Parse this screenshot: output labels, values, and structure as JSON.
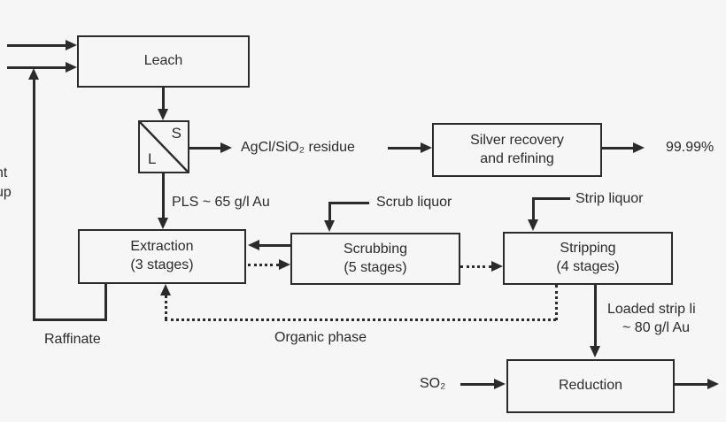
{
  "diagram": {
    "background": "#f6f6f6",
    "line_color": "#2b2b2b",
    "nodes": {
      "leach": {
        "label": "Leach"
      },
      "separator": {
        "top_label": "S",
        "bottom_label": "L"
      },
      "silver_recovery": {
        "line1": "Silver recovery",
        "line2": "and refining"
      },
      "extraction": {
        "line1": "Extraction",
        "line2": "(3 stages)"
      },
      "scrubbing": {
        "line1": "Scrubbing",
        "line2": "(5 stages)"
      },
      "stripping": {
        "line1": "Stripping",
        "line2": "(4 stages)"
      },
      "reduction": {
        "label": "Reduction"
      }
    },
    "streams": {
      "pls": "PLS ~ 65 g/l Au",
      "residue": "AgCl/SiO₂ residue",
      "purity": "99.99%",
      "scrub_liquor": "Scrub liquor",
      "strip_liquor": "Strip liquor",
      "loaded_strip_line1": "Loaded strip li",
      "loaded_strip_line2": "~ 80 g/l Au",
      "so2": "SO₂",
      "raffinate": "Raffinate",
      "organic_phase": "Organic phase",
      "left_edge_fragment_1": "nt",
      "left_edge_fragment_2": "up"
    }
  }
}
